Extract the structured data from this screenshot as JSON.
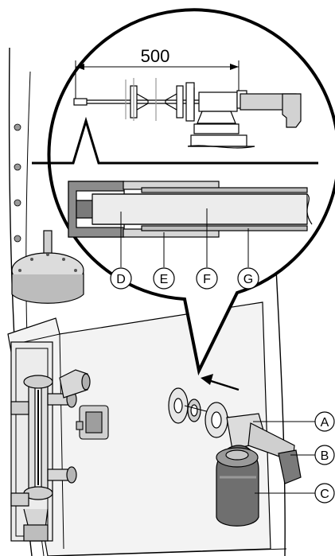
{
  "dimension": {
    "value": "500"
  },
  "callouts": {
    "A": "A",
    "B": "B",
    "C": "C",
    "D": "D",
    "E": "E",
    "F": "F",
    "G": "G"
  },
  "colors": {
    "line": "#000000",
    "light_gray": "#e6e6e6",
    "mid_gray": "#b3b3b3",
    "dark_gray": "#6f6f6f",
    "background": "#ffffff"
  }
}
